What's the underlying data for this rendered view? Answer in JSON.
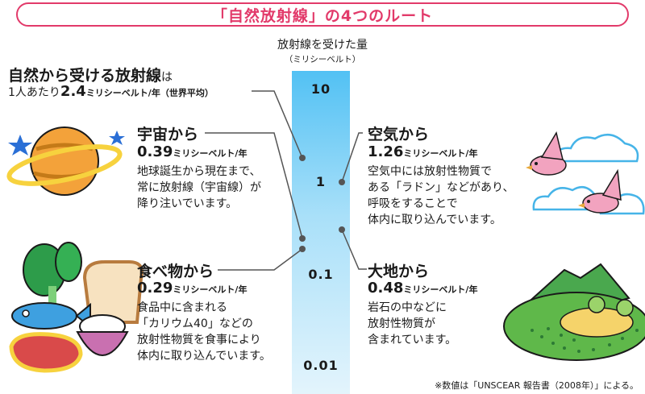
{
  "title": "「自然放射線」の4つのルート",
  "scale": {
    "title": "放射線を受けた量",
    "unit": "（ミリシーベルト）",
    "ticks": [
      "10",
      "1",
      "0.1",
      "0.01"
    ]
  },
  "total": {
    "head": "自然から受ける放射線",
    "head_suffix": "は",
    "prefix": "1人あたり",
    "value": "2.4",
    "unit": "ミリシーベルト/年",
    "note": "（世界平均）"
  },
  "routes": {
    "cosmic": {
      "heading": "宇宙から",
      "value": "0.39",
      "unit": "ミリシーベルト/年",
      "desc": [
        "地球誕生から現在まで、",
        "常に放射線（宇宙線）が",
        "降り注いでいます。"
      ]
    },
    "food": {
      "heading": "食べ物から",
      "value": "0.29",
      "unit": "ミリシーベルト/年",
      "desc": [
        "食品中に含まれる",
        "「カリウム40」などの",
        "放射性物質を食事により",
        "体内に取り込んでいます。"
      ]
    },
    "air": {
      "heading": "空気から",
      "value": "1.26",
      "unit": "ミリシーベルト/年",
      "desc": [
        "空気中には放射性物質で",
        "ある「ラドン」などがあり、",
        "呼吸をすることで",
        "体内に取り込んでいます。"
      ]
    },
    "ground": {
      "heading": "大地から",
      "value": "0.48",
      "unit": "ミリシーベルト/年",
      "desc": [
        "岩石の中などに",
        "放射性物質が",
        "含まれています。"
      ]
    }
  },
  "footnote": "※数値は「UNSCEAR 報告書（2008年）」による。",
  "colors": {
    "accent": "#e23a6a",
    "scale_top": "#52c1f4",
    "scale_bottom": "#e3f4fc",
    "connector": "#555555"
  },
  "illustrations": [
    "planet-icon",
    "star-icon",
    "vegetables-food-icon",
    "fish-icon",
    "steak-icon",
    "bread-icon",
    "rice-bowl-icon",
    "cloud-icon",
    "bird-icon",
    "hill-landscape-icon"
  ]
}
